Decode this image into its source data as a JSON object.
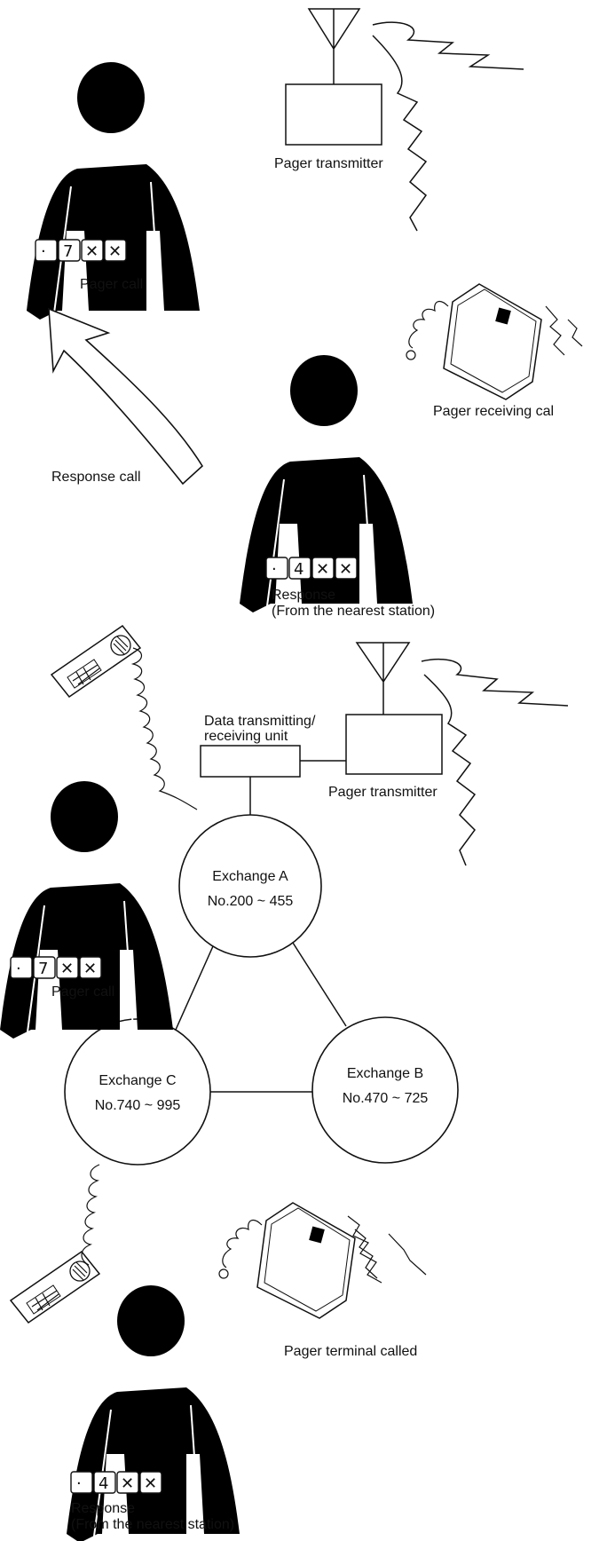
{
  "top": {
    "pager_transmitter": "Pager transmitter",
    "dial_keys": [
      "·",
      "7",
      "✕",
      "✕"
    ],
    "pager_call": "Pager call",
    "response_call": "Response call",
    "pager_receiving": "Pager receiving cal",
    "response_keys": [
      "·",
      "4",
      "✕",
      "✕"
    ],
    "response": "Response",
    "response_sub": "(From the nearest station)"
  },
  "bottom": {
    "data_unit_line1": "Data transmitting/",
    "data_unit_line2": "receiving unit",
    "pager_transmitter": "Pager transmitter",
    "exchange_a": {
      "name": "Exchange A",
      "range": "No.200 ~ 455"
    },
    "exchange_b": {
      "name": "Exchange B",
      "range": "No.470 ~ 725"
    },
    "exchange_c": {
      "name": "Exchange C",
      "range": "No.740 ~ 995"
    },
    "dial_keys": [
      "·",
      "7",
      "✕",
      "✕"
    ],
    "pager_call": "Pager call",
    "pager_terminal": "Pager terminal called",
    "response_keys": [
      "·",
      "4",
      "✕",
      "✕"
    ],
    "response": "Response",
    "response_sub": "(From the nearest station)"
  }
}
